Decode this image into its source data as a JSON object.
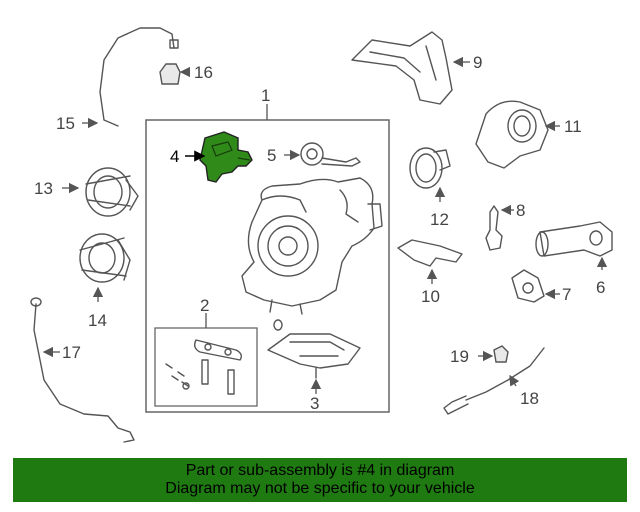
{
  "callouts": {
    "c1": "1",
    "c2": "2",
    "c3": "3",
    "c4": "4",
    "c5": "5",
    "c6": "6",
    "c7": "7",
    "c8": "8",
    "c9": "9",
    "c10": "10",
    "c11": "11",
    "c12": "12",
    "c13": "13",
    "c14": "14",
    "c15": "15",
    "c16": "16",
    "c17": "17",
    "c18": "18",
    "c19": "19"
  },
  "highlight_color": "#1f7a12",
  "banner": {
    "line1": "Part or sub-assembly is #4 in diagram",
    "line2": "Diagram may not be specific to your vehicle"
  }
}
